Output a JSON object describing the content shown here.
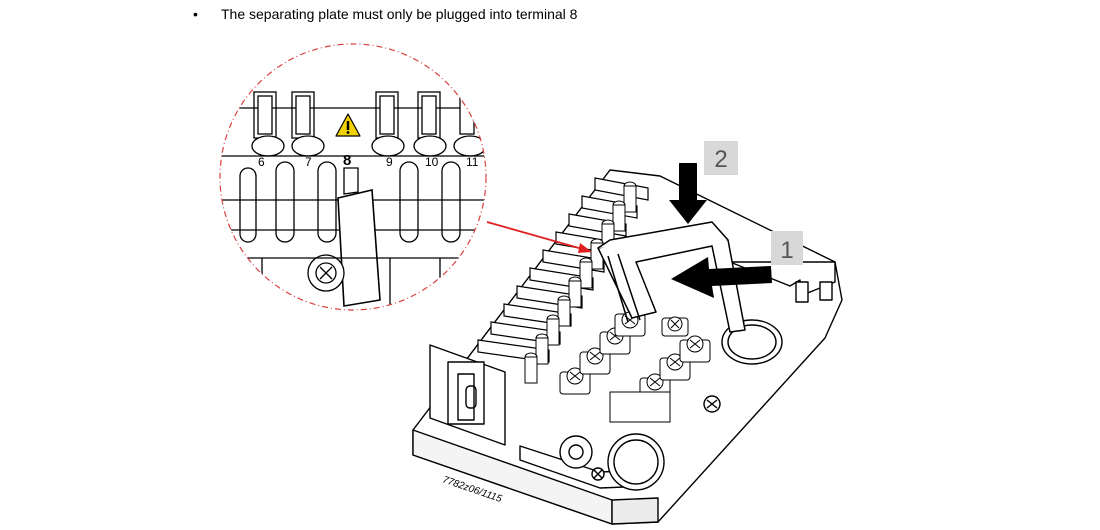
{
  "bullet": {
    "marker": "•",
    "text": "The separating plate must only be plugged into terminal 8"
  },
  "figure": {
    "step_labels": [
      "1",
      "2"
    ],
    "terminal_labels": [
      "6",
      "7",
      "8",
      "9",
      "10",
      "11"
    ],
    "highlight_terminal": "8",
    "figure_code": "7782z06/1115",
    "colors": {
      "callout_circle": "#d94040",
      "pointer_arrow": "#e02020",
      "warning_fill": "#f2d100",
      "label_box": "#d8d8d8"
    }
  }
}
